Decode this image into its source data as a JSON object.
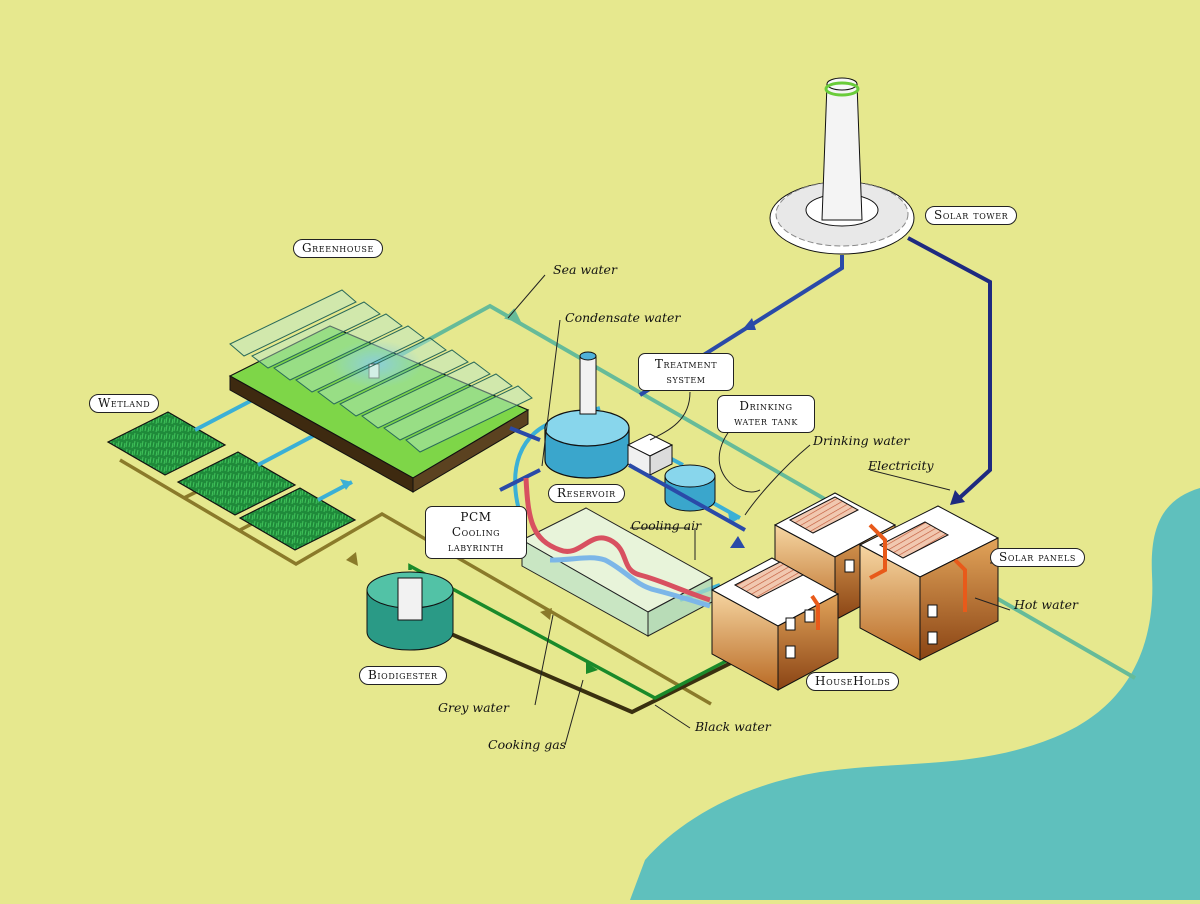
{
  "labels": {
    "greenhouse": "Greenhouse",
    "wetland": "Wetland",
    "reservoir": "Reservoir",
    "treatment": "Treatment system",
    "drinking_tank": "Drinking water tank",
    "pcm": "PCM Cooling labyrinth",
    "biodigester": "Biodigester",
    "solar_tower": "Solar tower",
    "solar_panels": "Solar panels",
    "households": "HouseHolds"
  },
  "flows": {
    "sea_water": "Sea water",
    "condensate_water": "Condensate water",
    "drinking_water": "Drinking water",
    "electricity": "Electricity",
    "cooling_air": "Cooling air",
    "hot_water": "Hot water",
    "grey_water": "Grey water",
    "cooking_gas": "Cooking gas",
    "black_water": "Black water"
  },
  "colors": {
    "background": "#e6e88e",
    "sea": "#5fc0bd",
    "sea_water_line": "#66bb99",
    "condensate_line": "#3bb0d6",
    "electricity_line": "#1e2a80",
    "drinking_line": "#3a90c0",
    "grey_water_line": "#8a7a2a",
    "cooking_gas_line": "#1a8a2a",
    "black_water_line": "#3a3010",
    "hot_water": "#e85a1a"
  }
}
